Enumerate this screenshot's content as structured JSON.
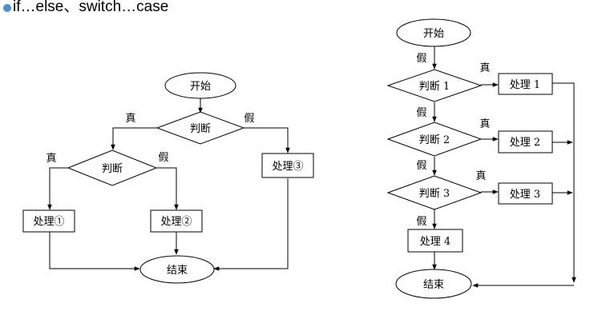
{
  "heading": {
    "bullet_icon": "bullet-dot",
    "bullet_color": "#4a8fd6",
    "text": "if…else、switch…case"
  },
  "left_flow": {
    "start": "开始",
    "decision_top": "判断",
    "decision_inner": "判断",
    "true_top": "真",
    "false_top": "假",
    "true_inner": "真",
    "false_inner": "假",
    "process_1": "处理①",
    "process_2": "处理②",
    "process_3": "处理③",
    "end": "结束"
  },
  "right_flow": {
    "start": "开始",
    "false_top": "假",
    "decision_1": "判断 1",
    "true_1": "真",
    "process_1": "处理 1",
    "false_1": "假",
    "decision_2": "判断 2",
    "true_2": "真",
    "process_2": "处理 2",
    "false_2": "假",
    "decision_3": "判断 3",
    "true_3": "真",
    "process_3": "处理 3",
    "false_3": "假",
    "process_4": "处理 4",
    "end": "结束"
  }
}
